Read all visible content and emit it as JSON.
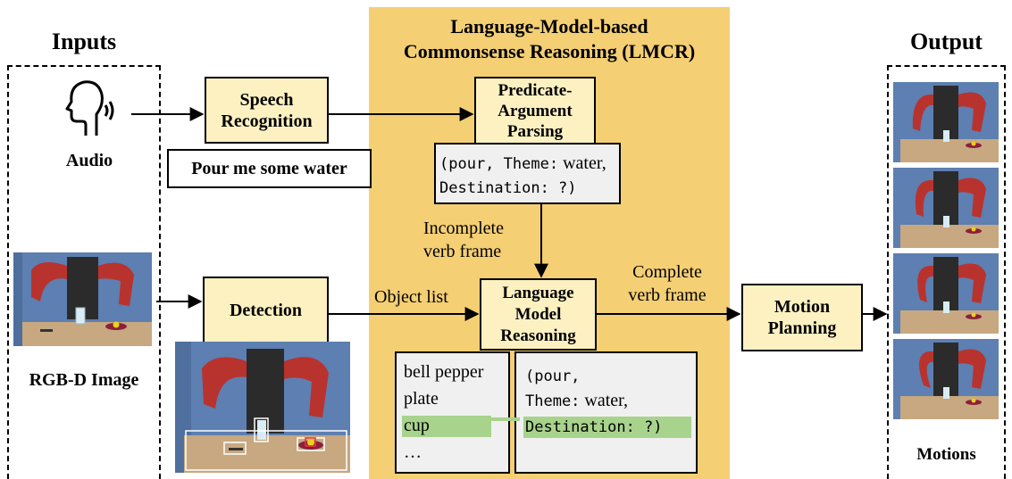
{
  "sections": {
    "inputs": "Inputs",
    "output": "Output",
    "lmcr_line1": "Language-Model-based",
    "lmcr_line2": "Commonsense Reasoning (LMCR)"
  },
  "inputs": {
    "audio_label": "Audio",
    "rgbd_label": "RGB-D Image"
  },
  "boxes": {
    "speech_line1": "Speech",
    "speech_line2": "Recognition",
    "transcript": "Pour me some water",
    "parsing_line1": "Predicate-",
    "parsing_line2": "Argument",
    "parsing_line3": "Parsing",
    "detection": "Detection",
    "lm_line1": "Language",
    "lm_line2": "Model",
    "lm_line3": "Reasoning",
    "motion_line1": "Motion",
    "motion_line2": "Planning"
  },
  "frames": {
    "incomplete_open": "(pour, ",
    "incomplete_theme_key": "Theme:",
    "incomplete_theme_val": " water,",
    "incomplete_dest": "Destination: ?)",
    "complete_open": "(pour,",
    "complete_theme_key": "Theme:",
    "complete_theme_val": " water,",
    "complete_dest": "Destination: ?)"
  },
  "arrow_labels": {
    "incomplete_line1": "Incomplete",
    "incomplete_line2": "verb frame",
    "object_list": "Object list",
    "complete_line1": "Complete",
    "complete_line2": "verb frame"
  },
  "object_list": [
    "bell pepper",
    "plate",
    "cup",
    "…"
  ],
  "output": {
    "motions_label": "Motions"
  },
  "colors": {
    "lmcr_background": "#f4cf74",
    "module_fill": "#fdf1c2",
    "frame_fill": "#f0f0f0",
    "highlight": "#a8d38d"
  },
  "icons": {
    "audio": "head-speaking-icon"
  }
}
